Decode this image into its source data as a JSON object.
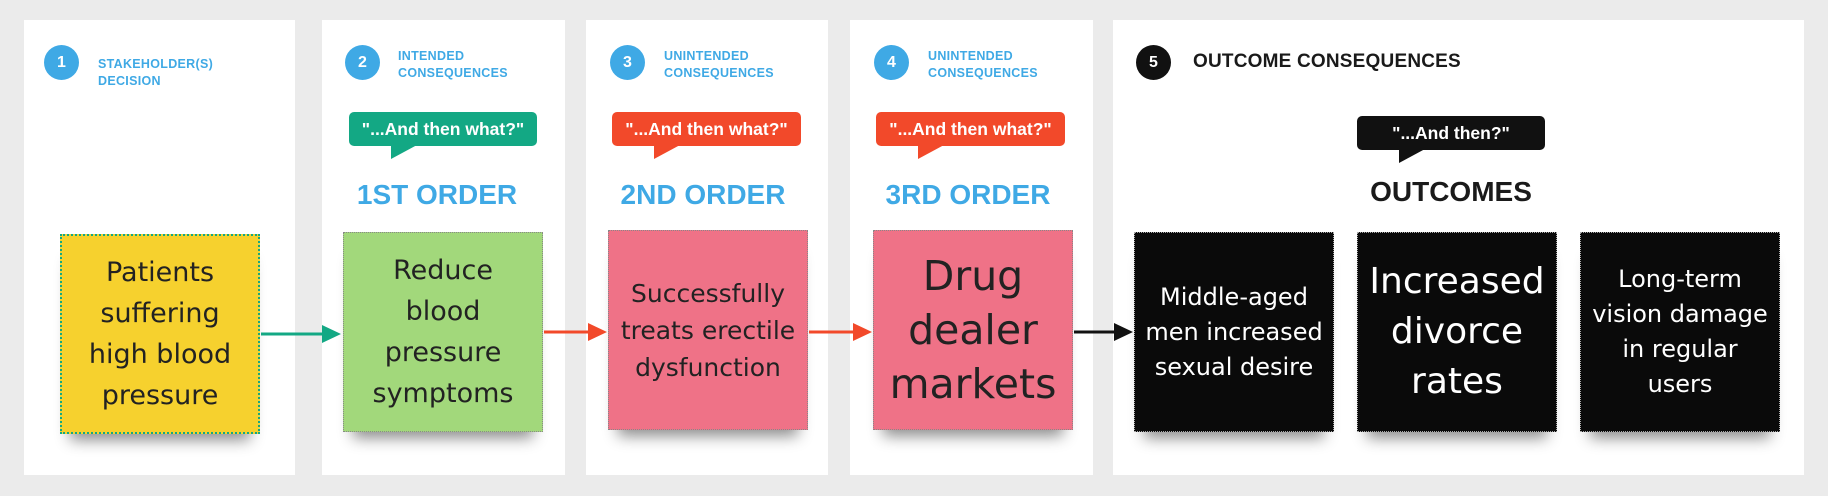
{
  "columns": [
    {
      "num": "1",
      "heading": [
        "STAKEHOLDER(S)",
        "DECISION"
      ],
      "note": "Patients suffering high blood pressure"
    },
    {
      "num": "2",
      "heading": [
        "INTENDED",
        "CONSEQUENCES"
      ],
      "bubble": "\"...And then what?\"",
      "order": "1ST ORDER",
      "note": "Reduce blood pressure symptoms"
    },
    {
      "num": "3",
      "heading": [
        "UNINTENDED",
        "CONSEQUENCES"
      ],
      "bubble": "\"...And then what?\"",
      "order": "2ND ORDER",
      "note": "Successfully treats erectile dysfunction"
    },
    {
      "num": "4",
      "heading": [
        "UNINTENDED",
        "CONSEQUENCES"
      ],
      "bubble": "\"...And then what?\"",
      "order": "3RD ORDER",
      "note": "Drug dealer markets"
    }
  ],
  "outcomes": {
    "num": "5",
    "heading": "OUTCOME CONSEQUENCES",
    "bubble": "\"...And then?\"",
    "title": "OUTCOMES",
    "notes": [
      "Middle-aged men increased sexual desire",
      "Increased divorce rates",
      "Long-term vision damage in regular users"
    ]
  },
  "colors": {
    "blue_accent": "#3fa9e5",
    "green": "#13a884",
    "orange": "#f2492a",
    "yellow_note": "#f6d12e",
    "green_note": "#a2d87b",
    "pink_note": "#ef7287",
    "black": "#0a0a0a"
  }
}
